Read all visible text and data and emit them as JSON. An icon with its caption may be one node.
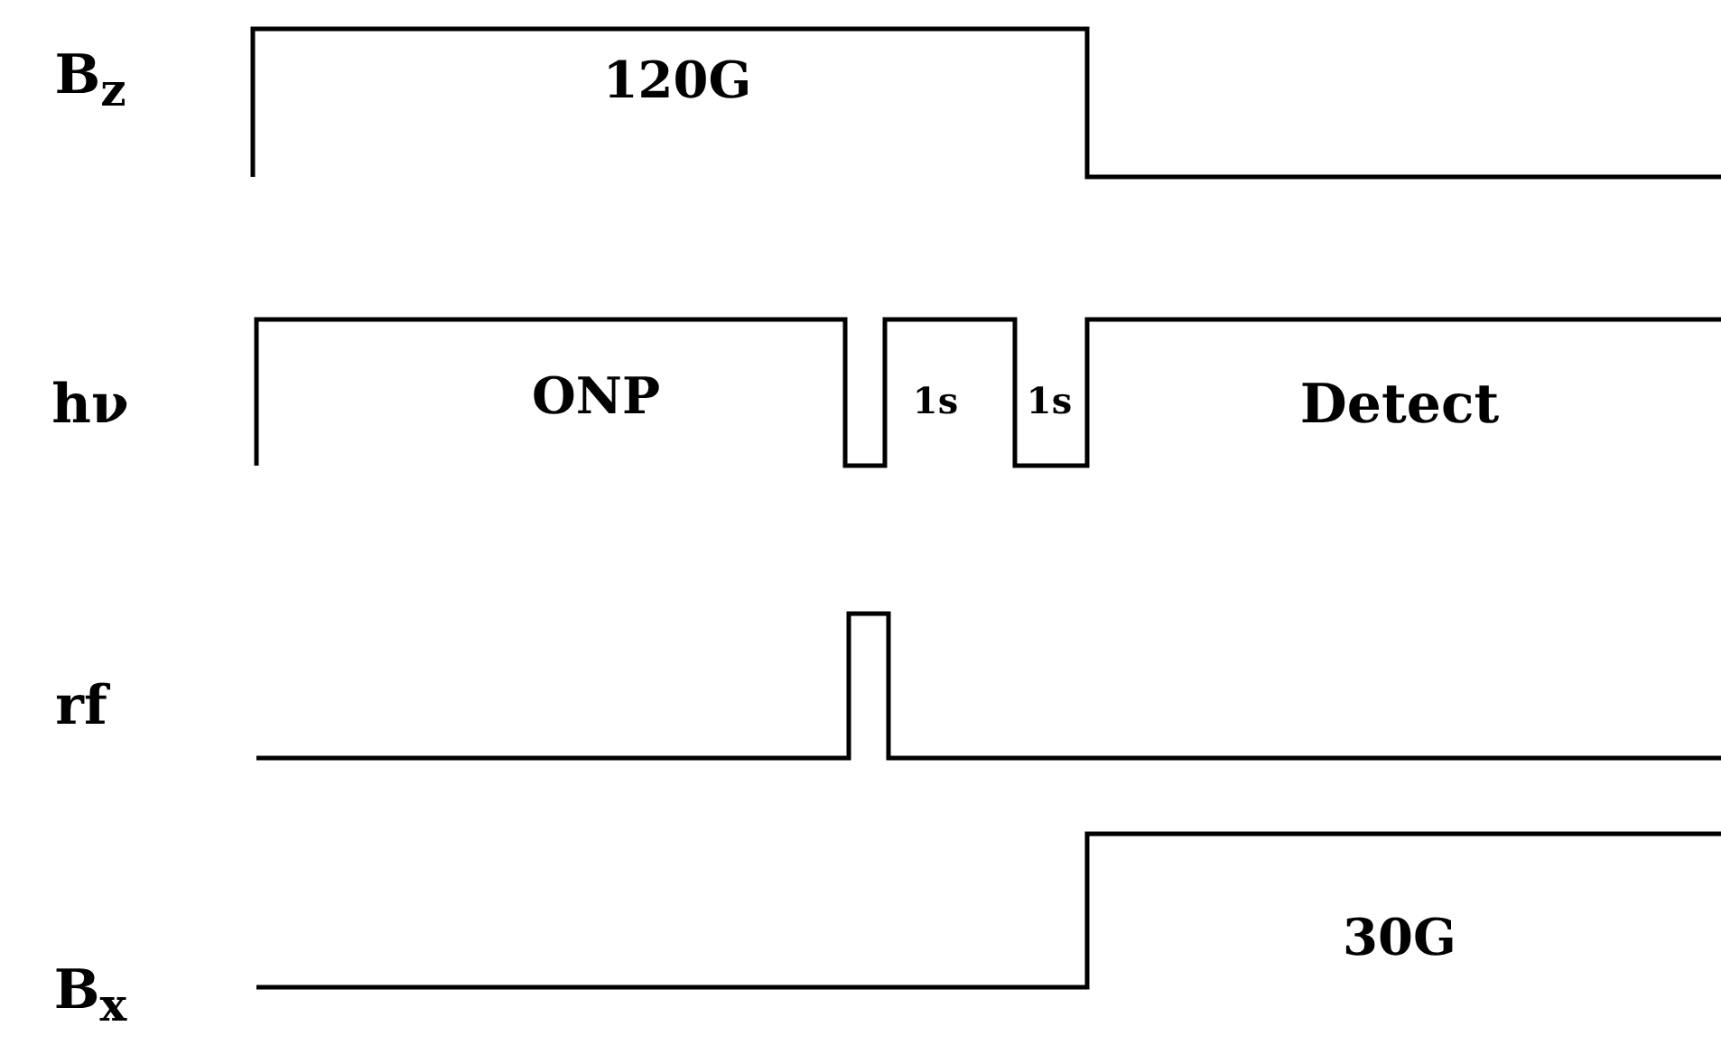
{
  "diagram": {
    "labels": [
      "B$_{z}$",
      "120G",
      "hν",
      "ONP",
      "1s",
      "1s",
      "Detect",
      "rf",
      "B$_{x}$",
      "30G"
    ]
  }
}
